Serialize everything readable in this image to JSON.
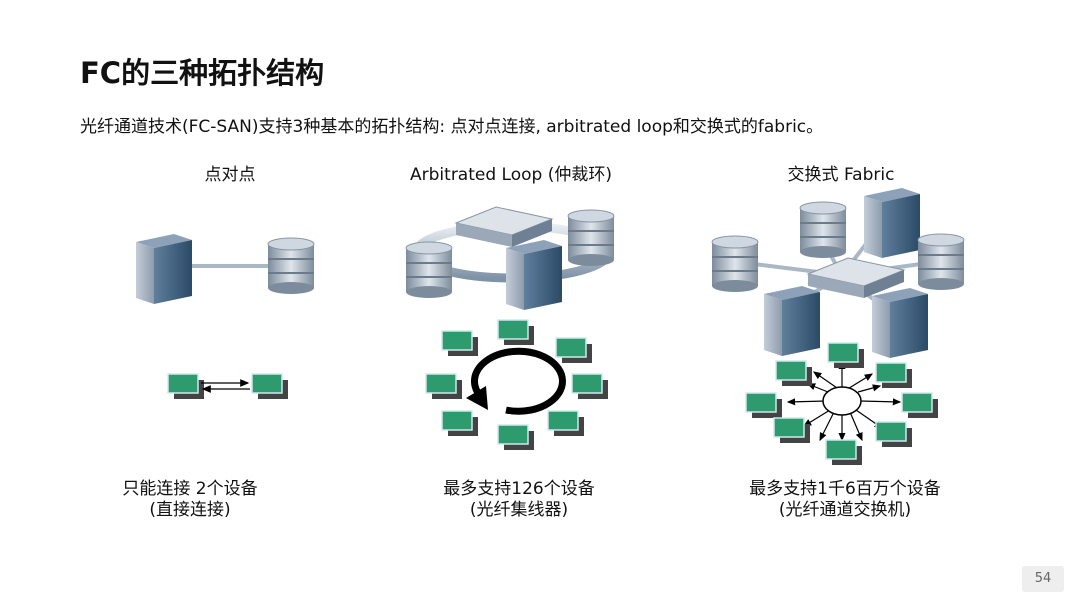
{
  "slide": {
    "title": "FC的三种拓扑结构",
    "subtitle": "光纤通道技术(FC-SAN)支持3种基本的拓扑结构: 点对点连接, arbitrated loop和交换式的fabric。",
    "page_number": "54"
  },
  "columns": [
    {
      "title": "点对点",
      "caption_line1": "只能连接 2个设备",
      "caption_line2": "(直接连接)"
    },
    {
      "title": "Arbitrated Loop (仲裁环)",
      "caption_line1": "最多支持126个设备",
      "caption_line2": "(光纤集线器)"
    },
    {
      "title": "交换式 Fabric",
      "caption_line1": "最多支持1千6百万个设备",
      "caption_line2": "(光纤通道交换机)"
    }
  ],
  "colors": {
    "node_green": "#2e9b6e",
    "server_blue": "#2f4f6b",
    "disk_gray": "#9aa7b5",
    "shadow": "#444444"
  }
}
